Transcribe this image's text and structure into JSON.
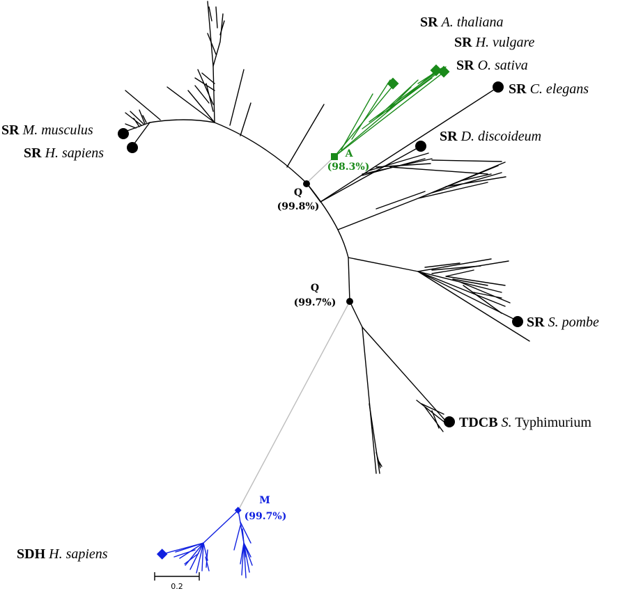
{
  "colors": {
    "black": "#000000",
    "green": "#1a8a1a",
    "blue": "#1020e0",
    "gray": "#bdbdbd"
  },
  "taxa": [
    {
      "id": "sr-a-thaliana",
      "prefix": "SR",
      "species": "A. thaliana",
      "species_italic": true,
      "marker": "diamond-icon",
      "color": "green"
    },
    {
      "id": "sr-h-vulgare",
      "prefix": "SR",
      "species": "H. vulgare",
      "species_italic": true,
      "marker": "diamond-icon",
      "color": "green"
    },
    {
      "id": "sr-o-sativa",
      "prefix": "SR",
      "species": "O. sativa",
      "species_italic": true,
      "marker": "diamond-icon",
      "color": "green"
    },
    {
      "id": "sr-c-elegans",
      "prefix": "SR",
      "species": "C. elegans",
      "species_italic": true,
      "marker": "circle-icon",
      "color": "black"
    },
    {
      "id": "sr-d-discoideum",
      "prefix": "SR",
      "species": "D. discoideum",
      "species_italic": true,
      "marker": "circle-icon",
      "color": "black"
    },
    {
      "id": "sr-m-musculus",
      "prefix": "SR",
      "species": "M. musculus",
      "species_italic": true,
      "marker": "circle-icon",
      "color": "black"
    },
    {
      "id": "sr-h-sapiens",
      "prefix": "SR",
      "species": "H. sapiens",
      "species_italic": true,
      "marker": "circle-icon",
      "color": "black"
    },
    {
      "id": "sr-s-pombe",
      "prefix": "SR",
      "species": "S. pombe",
      "species_italic": true,
      "marker": "circle-icon",
      "color": "black"
    },
    {
      "id": "tdcb-s-typhimurium",
      "prefix": "TDCB",
      "species": "S.",
      "species_rest": " Typhimurium",
      "species_italic": true,
      "marker": "circle-icon",
      "color": "black"
    },
    {
      "id": "sdh-h-sapiens",
      "prefix": "SDH",
      "species": "H. sapiens",
      "species_italic": true,
      "marker": "diamond-icon",
      "color": "blue"
    }
  ],
  "nodes": [
    {
      "id": "node-a",
      "letter": "A",
      "support": "(98.3%)",
      "marker": "square-icon",
      "color": "green"
    },
    {
      "id": "node-q-upper",
      "letter": "Q",
      "support": "(99.8%)",
      "marker": "circle-icon",
      "color": "black"
    },
    {
      "id": "node-q-lower",
      "letter": "Q",
      "support": "(99.7%)",
      "marker": "circle-icon",
      "color": "black"
    },
    {
      "id": "node-m",
      "letter": "M",
      "support": "(99.7%)",
      "marker": "diamond-icon",
      "color": "blue"
    }
  ],
  "scale_bar": {
    "label": "0.2"
  }
}
